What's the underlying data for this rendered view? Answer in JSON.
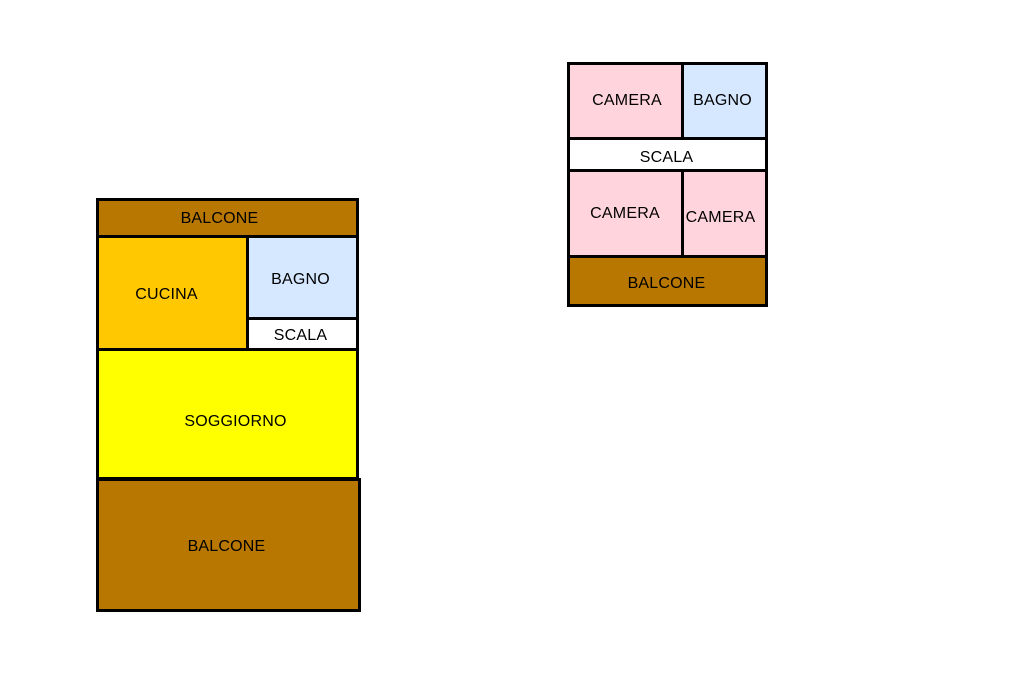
{
  "colors": {
    "balcone": "#b87700",
    "cucina": "#ffc800",
    "bagno": "#d6e8ff",
    "scala": "#ffffff",
    "soggiorno": "#ffff00",
    "camera": "#ffd4dc",
    "border": "#000000"
  },
  "ground_floor": {
    "balcone_top": "BALCONE",
    "cucina": "CUCINA",
    "bagno": "BAGNO",
    "scala": "SCALA",
    "soggiorno": "SOGGIORNO",
    "balcone_bottom": "BALCONE"
  },
  "upper_floor": {
    "camera_1": "CAMERA",
    "bagno": "BAGNO",
    "scala": "SCALA",
    "camera_2": "CAMERA",
    "camera_3": "CAMERA",
    "balcone": "BALCONE"
  }
}
